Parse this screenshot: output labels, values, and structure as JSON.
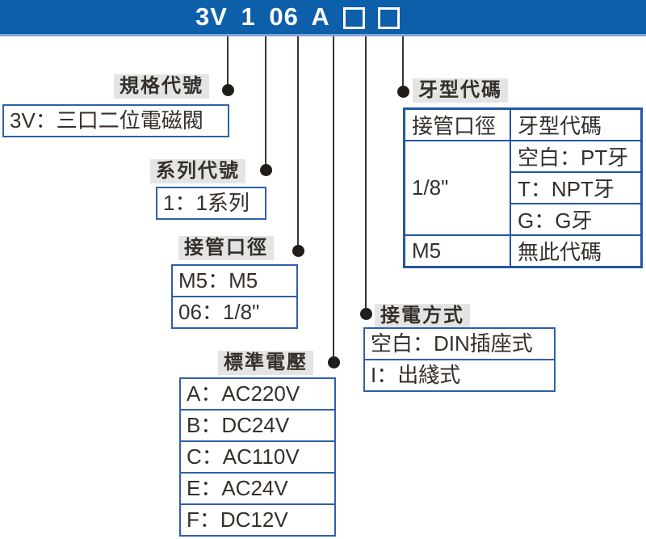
{
  "header": {
    "code": "3V 1 06 A",
    "blank_squares": [
      "□",
      "□"
    ]
  },
  "sections": [
    {
      "id": "spec",
      "label": "規格代號",
      "rows": [
        "3V：三口二位電磁閥"
      ]
    },
    {
      "id": "series",
      "label": "系列代號",
      "rows": [
        "1：1系列"
      ]
    },
    {
      "id": "port",
      "label": "接管口徑",
      "rows": [
        "M5：M5",
        "06：1/8\""
      ]
    },
    {
      "id": "voltage",
      "label": "標準電壓",
      "rows": [
        "A：AC220V",
        "B：DC24V",
        "C：AC110V",
        "E：AC24V",
        "F：DC12V"
      ]
    },
    {
      "id": "wiring",
      "label": "接電方式",
      "rows": [
        "空白：DIN插座式",
        "I：出綫式"
      ]
    },
    {
      "id": "thread",
      "label": "牙型代碼",
      "table": {
        "headers": [
          "接管口徑",
          "牙型代碼"
        ],
        "port_col": [
          {
            "label": "1/8\"",
            "span": 3
          },
          {
            "label": "M5",
            "span": 1
          }
        ],
        "code_col": [
          "空白：PT牙",
          "T：NPT牙",
          "G：G牙",
          "無此代碼"
        ]
      }
    }
  ],
  "colors": {
    "bar_blue": "#0d5fa9",
    "bar_divider": "#7fa6d2",
    "box_border_blue": "#2e5fac",
    "table_border_blue": "#2257a6",
    "label_gray": "#e4e4e4",
    "line_dark": "#3b352d",
    "text_dark": "#362f29"
  }
}
